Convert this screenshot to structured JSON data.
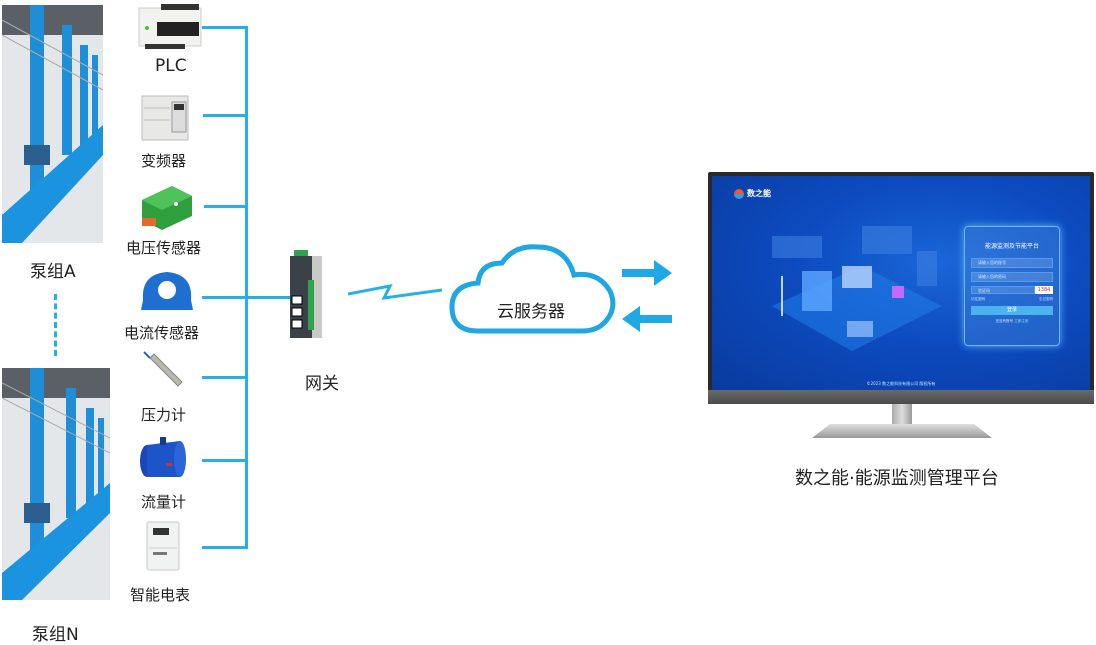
{
  "pump_groups": [
    {
      "id": "A",
      "label": "泵组A"
    },
    {
      "id": "N",
      "label": "泵组N"
    }
  ],
  "devices": [
    {
      "label": "PLC",
      "icon": "plc-icon"
    },
    {
      "label": "变频器",
      "icon": "inverter-icon"
    },
    {
      "label": "电压传感器",
      "icon": "voltage-sensor-icon"
    },
    {
      "label": "电流传感器",
      "icon": "current-sensor-icon"
    },
    {
      "label": "压力计",
      "icon": "pressure-gauge-icon"
    },
    {
      "label": "流量计",
      "icon": "flow-meter-icon"
    },
    {
      "label": "智能电表",
      "icon": "smart-meter-icon"
    }
  ],
  "gateway": {
    "label": "网关"
  },
  "cloud": {
    "label": "云服务器"
  },
  "platform": {
    "caption": "数之能·能源监测管理平台",
    "screen": {
      "brand": "数之能",
      "login_title": "能源监测及节能平台",
      "username_placeholder": "请输入您的账号",
      "password_placeholder": "请输入您的密码",
      "captcha_placeholder": "验证码",
      "captcha_value": "1384",
      "remember_label": "记住密码",
      "forgot_label": "忘记密码",
      "login_button": "登录",
      "register_label": "还没有账号",
      "register_link": "立即注册",
      "footer": "©2023 数之能科技有限公司 版权所有"
    }
  },
  "colors": {
    "line": "#27b0e6",
    "arrow": "#1ea9e6",
    "screen_bg": "#0a47b8"
  }
}
